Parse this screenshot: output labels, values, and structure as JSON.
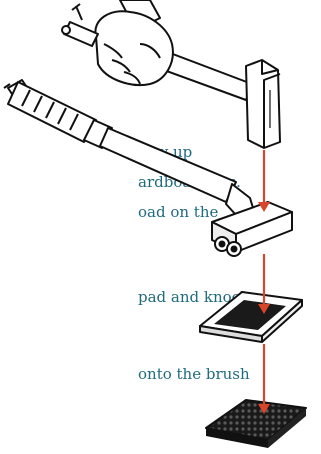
{
  "instructions": [
    "way up",
    "ardboard etc.",
    "oad on the",
    "pad and knock",
    "onto the brush"
  ],
  "colors": {
    "text": "#1f6b7e",
    "arrow": "#d9452b",
    "outline": "#111111",
    "pad": "#1a1a1a"
  },
  "icons": {
    "hand": "hand-gripping-hammer",
    "hammer": "hammer-icon",
    "brush": "brush-icon",
    "plate": "plate-icon",
    "pad": "bristle-pad-icon"
  }
}
